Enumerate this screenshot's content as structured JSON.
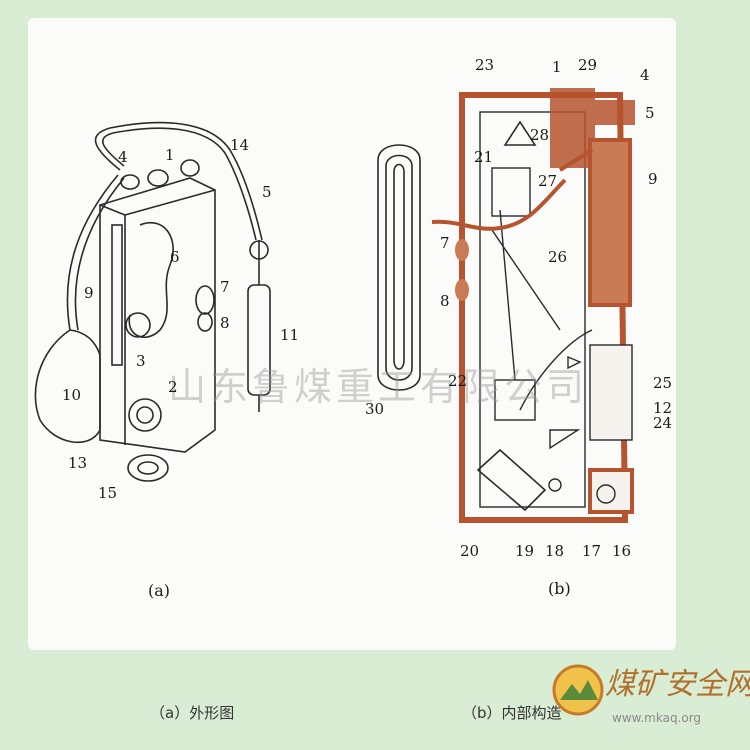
{
  "figure_a": {
    "caption": "(a)",
    "labels": [
      "4",
      "1",
      "14",
      "5",
      "6",
      "9",
      "7",
      "8",
      "11",
      "3",
      "10",
      "2",
      "13",
      "15"
    ]
  },
  "figure_b": {
    "caption": "(b)",
    "labels": [
      "23",
      "1",
      "29",
      "4",
      "5",
      "28",
      "21",
      "27",
      "9",
      "7",
      "26",
      "8",
      "22",
      "25",
      "30",
      "12",
      "24",
      "20",
      "19",
      "18",
      "17",
      "16"
    ]
  },
  "bottom_captions": {
    "left": "（a）外形图",
    "right": "（b）内部构造"
  },
  "watermark": "山东鲁煤重工有限公司",
  "logo": {
    "name": "煤矿安全网",
    "url": "www.mkaq.org"
  },
  "colors": {
    "housing": "#b5542f",
    "line": "#2a2a2a"
  }
}
